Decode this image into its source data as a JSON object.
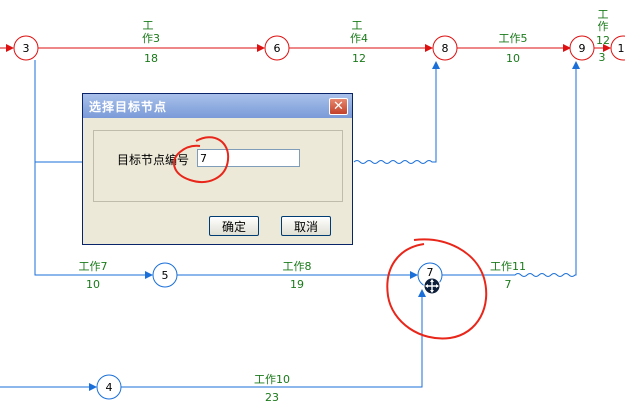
{
  "colors": {
    "critical": "#dd1111",
    "normal": "#1a6fd8",
    "label": "#1a7a1a",
    "annotation": "#e8261a"
  },
  "nodes": {
    "n3": "3",
    "n6": "6",
    "n8": "8",
    "n9": "9",
    "n1": "1",
    "n5": "5",
    "n7": "7",
    "n4": "4"
  },
  "activities": {
    "w3_name_a": "工",
    "w3_name_b": "作3",
    "w3_dur": "18",
    "w4_name_a": "工",
    "w4_name_b": "作4",
    "w4_dur": "12",
    "w5_name": "工作5",
    "w5_dur": "10",
    "w12_name_a": "工",
    "w12_name_b": "作",
    "w12_name_c": "12",
    "w12_dur": "3",
    "w7_name": "工作7",
    "w7_dur": "10",
    "w8_name": "工作8",
    "w8_dur": "19",
    "w11_name": "工作11",
    "w11_dur": "7",
    "w10_name": "工作10",
    "w10_dur": "23"
  },
  "dialog": {
    "title": "选择目标节点",
    "close_label": "✕",
    "field_label": "目标节点编号",
    "field_value": "7",
    "ok_label": "确定",
    "cancel_label": "取消"
  }
}
